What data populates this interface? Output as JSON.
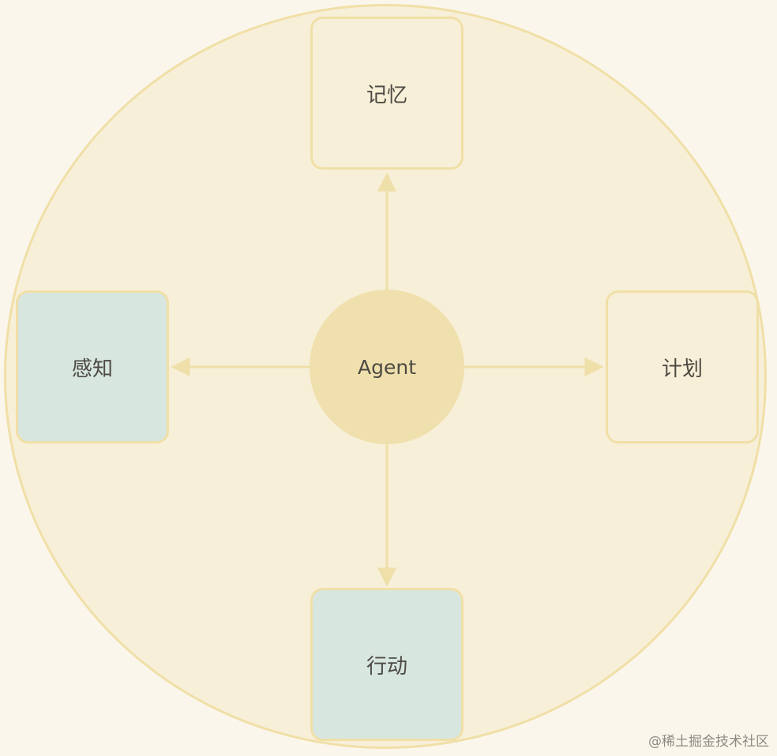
{
  "diagram": {
    "center": {
      "label": "Agent"
    },
    "nodes": {
      "top": {
        "label": "记忆"
      },
      "left": {
        "label": "感知"
      },
      "right": {
        "label": "计划"
      },
      "bottom": {
        "label": "行动"
      }
    }
  },
  "watermark": "@稀土掘金技术社区",
  "colors": {
    "background": "#fbf6ec",
    "outer_circle_fill": "#f8efd8",
    "outline": "#f0e0a8",
    "center_fill": "#efe0ad",
    "teal_node_fill": "#d8e6e0",
    "text": "#4d4a44"
  }
}
